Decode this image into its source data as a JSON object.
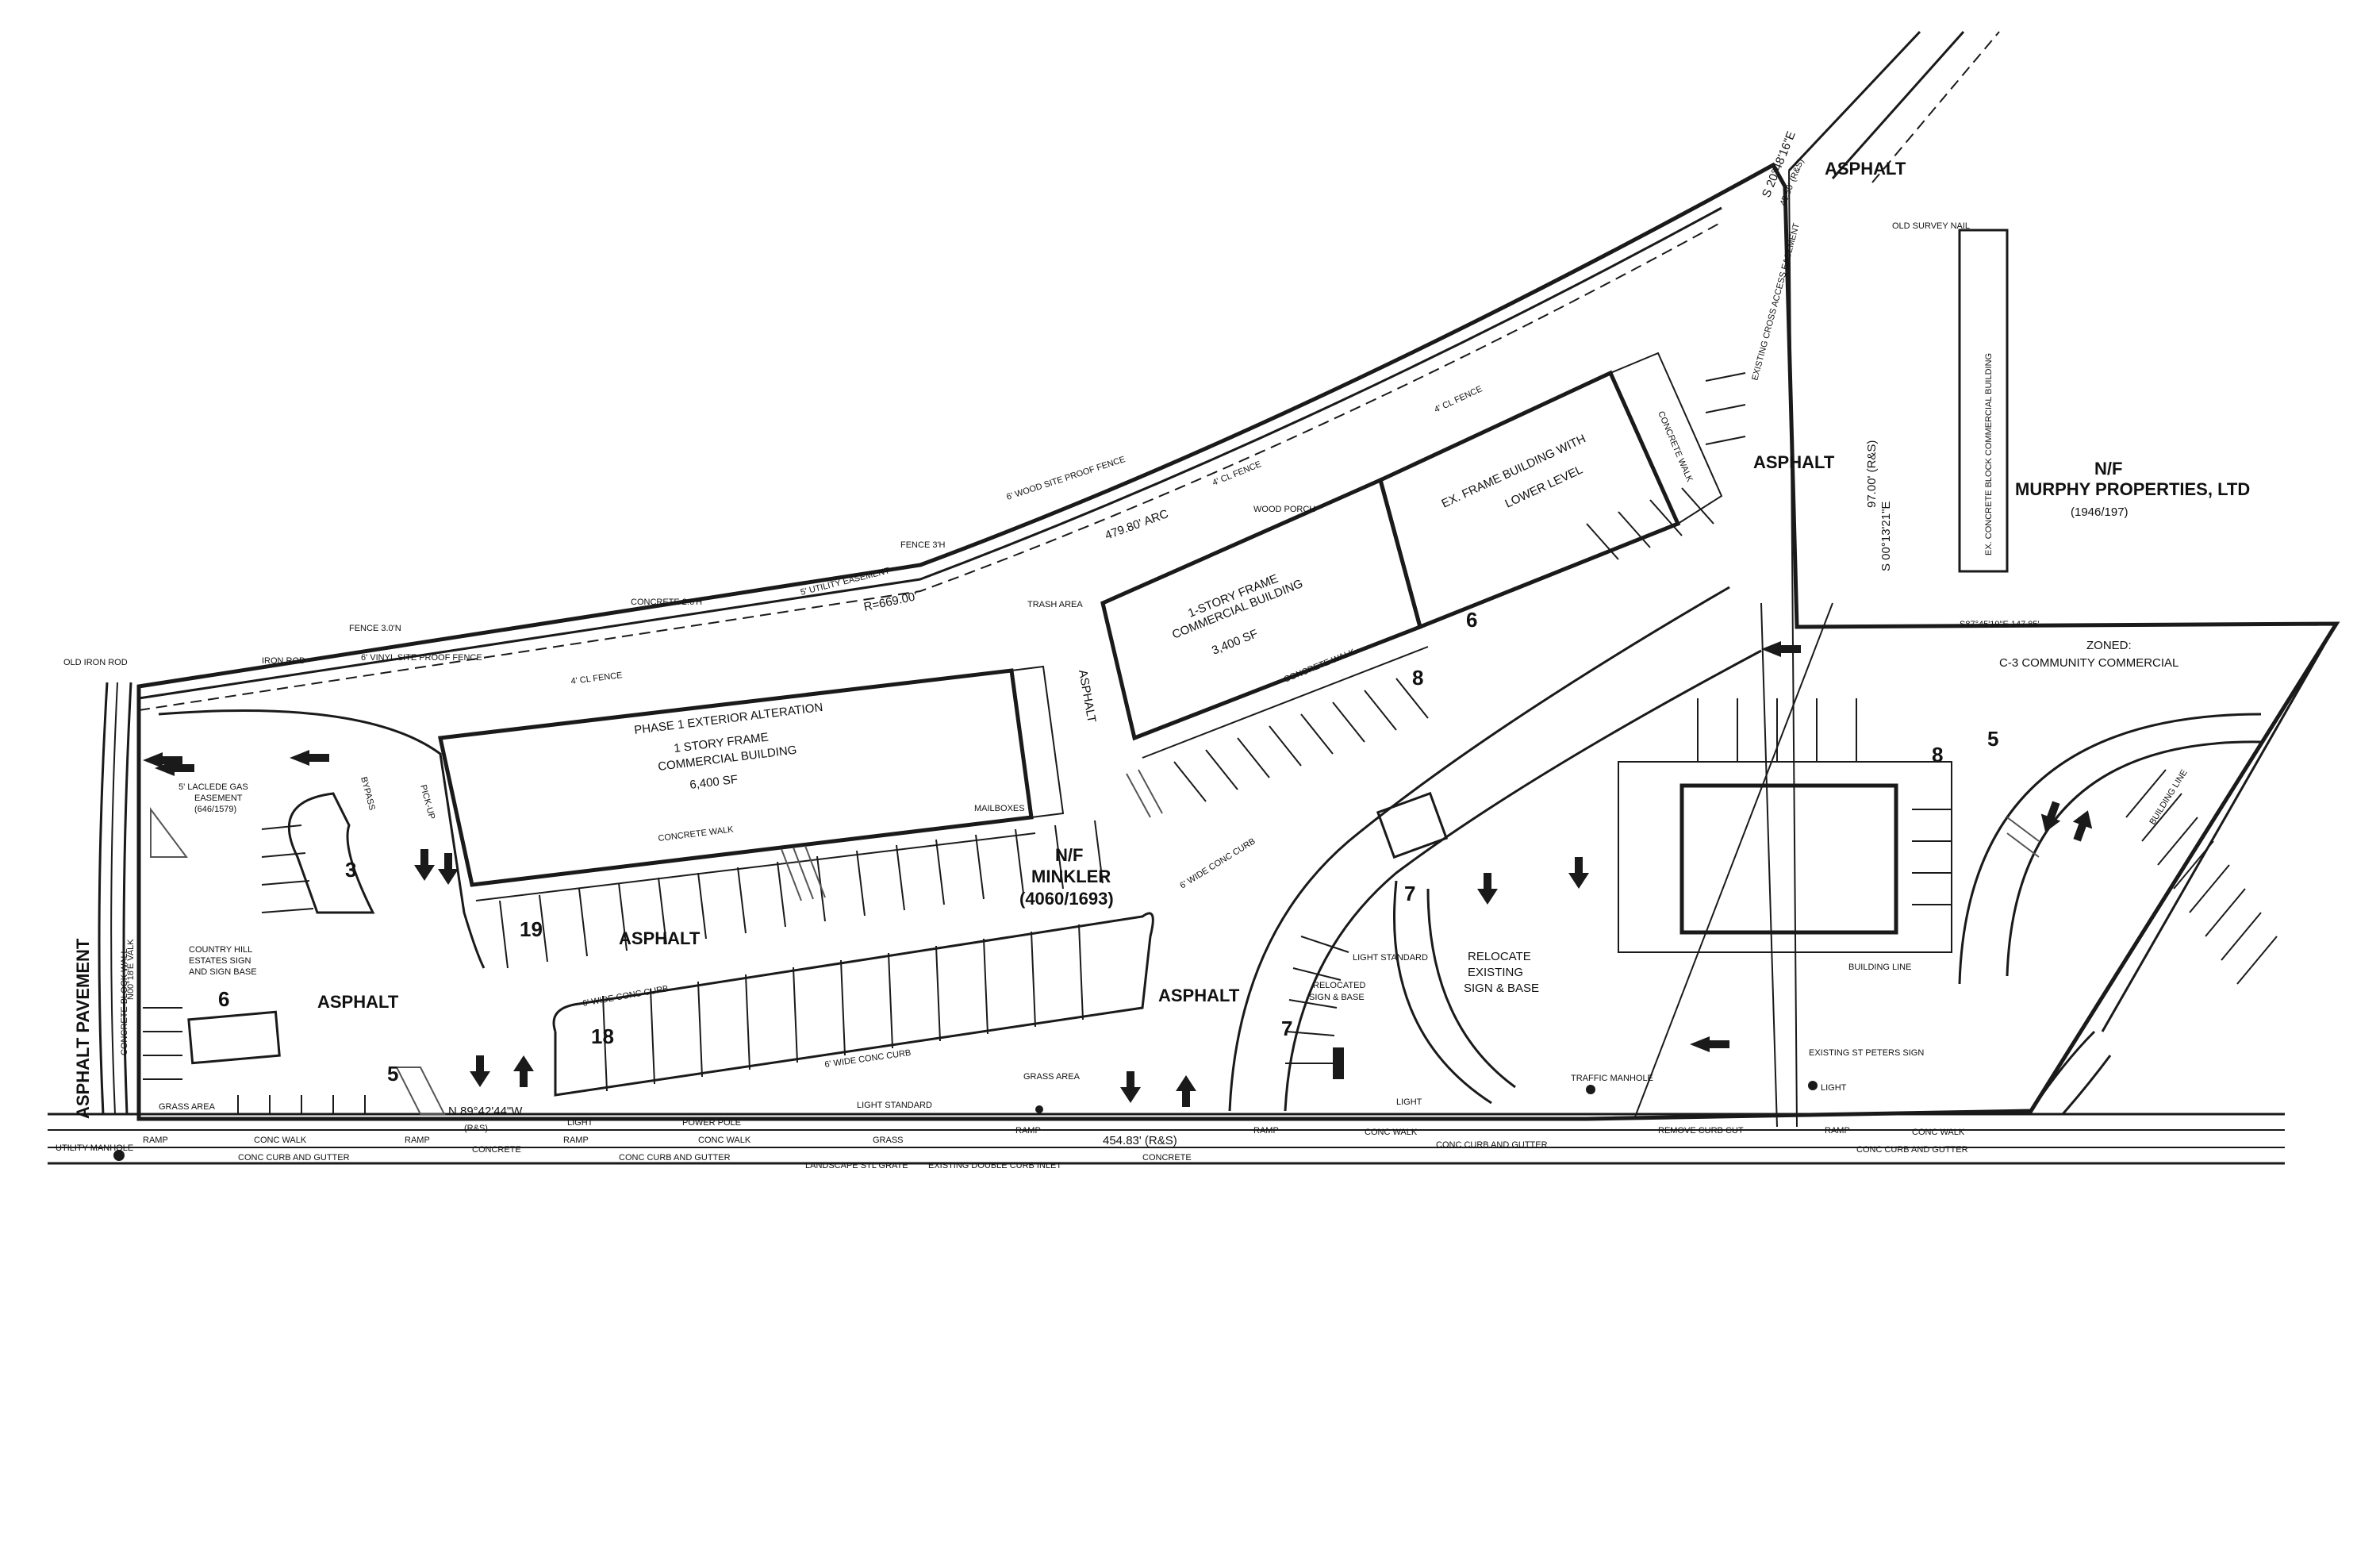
{
  "colors": {
    "ink": "#1a1a1a",
    "hatch": "#555555",
    "background": "#ffffff"
  },
  "labels": {
    "asphalt": "ASPHALT",
    "asphalt_pavement": "ASPHALT PAVEMENT",
    "concrete_walk": "CONCRETE WALK",
    "conc_walk": "CONC WALK",
    "concrete": "CONCRETE",
    "grass_area": "GRASS AREA",
    "grass": "GRASS",
    "ramp": "RAMP",
    "light": "LIGHT",
    "power_pole": "POWER POLE",
    "light_standard": "LIGHT STANDARD",
    "conc_curb_gutter": "CONC CURB AND GUTTER",
    "six_wide_curb": "6' WIDE CONC CURB",
    "phase1_title": "PHASE 1 EXTERIOR ALTERATION",
    "phase1_sub1": "1 STORY FRAME",
    "phase1_sub2": "COMMERCIAL BUILDING",
    "phase1_area": "6,400 SF",
    "frame_bldg_1": "1-STORY FRAME",
    "frame_bldg_2": "COMMERCIAL BUILDING",
    "frame_bldg_3": "3,400 SF",
    "ex_frame_1": "EX. FRAME BUILDING WITH",
    "ex_frame_2": "LOWER LEVEL",
    "nf": "N/F",
    "minkler": "MINKLER",
    "minkler_ref": "(4060/1693)",
    "murphy": "MURPHY PROPERTIES, LTD",
    "murphy_ref": "(1946/197)",
    "zoned": "ZONED:",
    "zoned_val": "C-3 COMMUNITY COMMERCIAL",
    "country_hill_1": "COUNTRY HILL",
    "country_hill_2": "ESTATES SIGN",
    "country_hill_3": "AND SIGN BASE",
    "relocate_1": "RELOCATE",
    "relocate_2": "EXISTING",
    "relocate_3": "SIGN & BASE",
    "relocated_1": "RELOCATED",
    "relocated_2": "SIGN & BASE",
    "existing_st_peters": "EXISTING ST PETERS SIGN",
    "laclede_1": "5' LACLEDE GAS",
    "laclede_2": "EASEMENT",
    "laclede_3": "(646/1579)",
    "utility_easement": "5' UTILITY EASEMENT",
    "cl_fence": "4' CL FENCE",
    "vinyl_fence": "6' VINYL SITE PROOF FENCE",
    "wood_fence": "6' WOOD SITE PROOF FENCE",
    "fence_30": "FENCE 3.0'N",
    "fence_3": "FENCE 3'H",
    "concrete_26": "CONCRETE 2.6'H",
    "old_iron_rod": "OLD IRON ROD",
    "iron_rod": "IRON ROD",
    "bypass": "BYPASS",
    "pick_up": "PICK-UP",
    "mailboxes": "MAILBOXES",
    "trash_area": "TRASH AREA",
    "wood_porch": "WOOD PORCH",
    "bearing_s": "N 89°42'44\"W",
    "rs": "(R&S)",
    "dist_south": "454.83' (R&S)",
    "arc": "479.80' ARC",
    "radius": "R=669.00'",
    "bearing_e": "S 00°13'21\"E",
    "dist_e": "97.00' (R&S)",
    "bearing_ne": "S 20°48'16\"E",
    "dist_ne": "45.50' (R&S)",
    "bearing_se": "S87°45'19\"E 147.85'",
    "bearing_w": "N00°18'E VALK",
    "concrete_block_wall": "CONCRETE BLOCK WALL",
    "ex_block_bldg": "EX. CONCRETE BLOCK COMMERCIAL BUILDING",
    "old_survey_nail": "OLD SURVEY NAIL",
    "utility_manhole": "UTILITY MANHOLE",
    "traffic_manhole": "TRAFFIC MANHOLE",
    "building_line": "BUILDING LINE",
    "landscape_grate": "LANDSCAPE STL GRATE",
    "double_curb_inlet": "EXISTING DOUBLE CURB INLET",
    "remove_curb_cut": "REMOVE CURB CUT",
    "cross_access": "EXISTING CROSS ACCESS EASEMENT",
    "stall_3": "3",
    "stall_5": "5",
    "stall_6": "6",
    "stall_7": "7",
    "stall_8": "8",
    "stall_18": "18",
    "stall_19": "19"
  }
}
